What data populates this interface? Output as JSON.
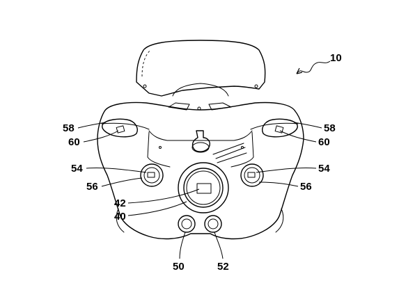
{
  "figure": {
    "ref_numerals": {
      "assembly": "10",
      "left_upper": "58",
      "left_switch": "60",
      "right_upper": "58",
      "right_switch": "60",
      "left_gauge": "54",
      "left_gauge_ring": "56",
      "right_gauge": "54",
      "right_gauge_ring": "56",
      "center_display": "42",
      "center_gauge": "40",
      "left_knob": "50",
      "right_knob": "52"
    }
  }
}
